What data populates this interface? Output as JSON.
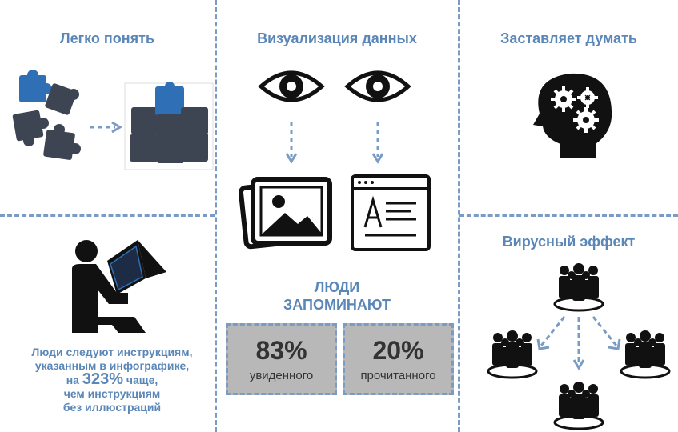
{
  "sections": {
    "easy": {
      "title": "Легко понять"
    },
    "viz": {
      "title": "Визуализация данных"
    },
    "think": {
      "title": "Заставляет думать"
    },
    "viral": {
      "title": "Вирусный эффект"
    }
  },
  "memory": {
    "heading_line1": "ЛЮДИ",
    "heading_line2": "ЗАПОМИНАЮТ",
    "seen": {
      "percent": "83%",
      "label": "увиденного"
    },
    "read": {
      "percent": "20%",
      "label": "прочитанного"
    }
  },
  "instructions": {
    "line1": "Люди следуют инструкциям,",
    "line2": "указанным в инфографике,",
    "line3_prefix": "на ",
    "line3_value": "323%",
    "line3_suffix": " чаще,",
    "line4": "чем инструкциям",
    "line5": "без иллюстраций"
  },
  "colors": {
    "accent": "#5b87b8",
    "dash": "#7a9cc4",
    "puzzle_blue": "#2f6fb5",
    "puzzle_dark": "#3d4452",
    "box": "#b8b8b8"
  },
  "icons": [
    "puzzle-pieces-icon",
    "assembled-puzzle-icon",
    "eye-icon",
    "image-gallery-icon",
    "text-document-icon",
    "head-gears-icon",
    "reading-person-icon",
    "people-group-icon"
  ]
}
